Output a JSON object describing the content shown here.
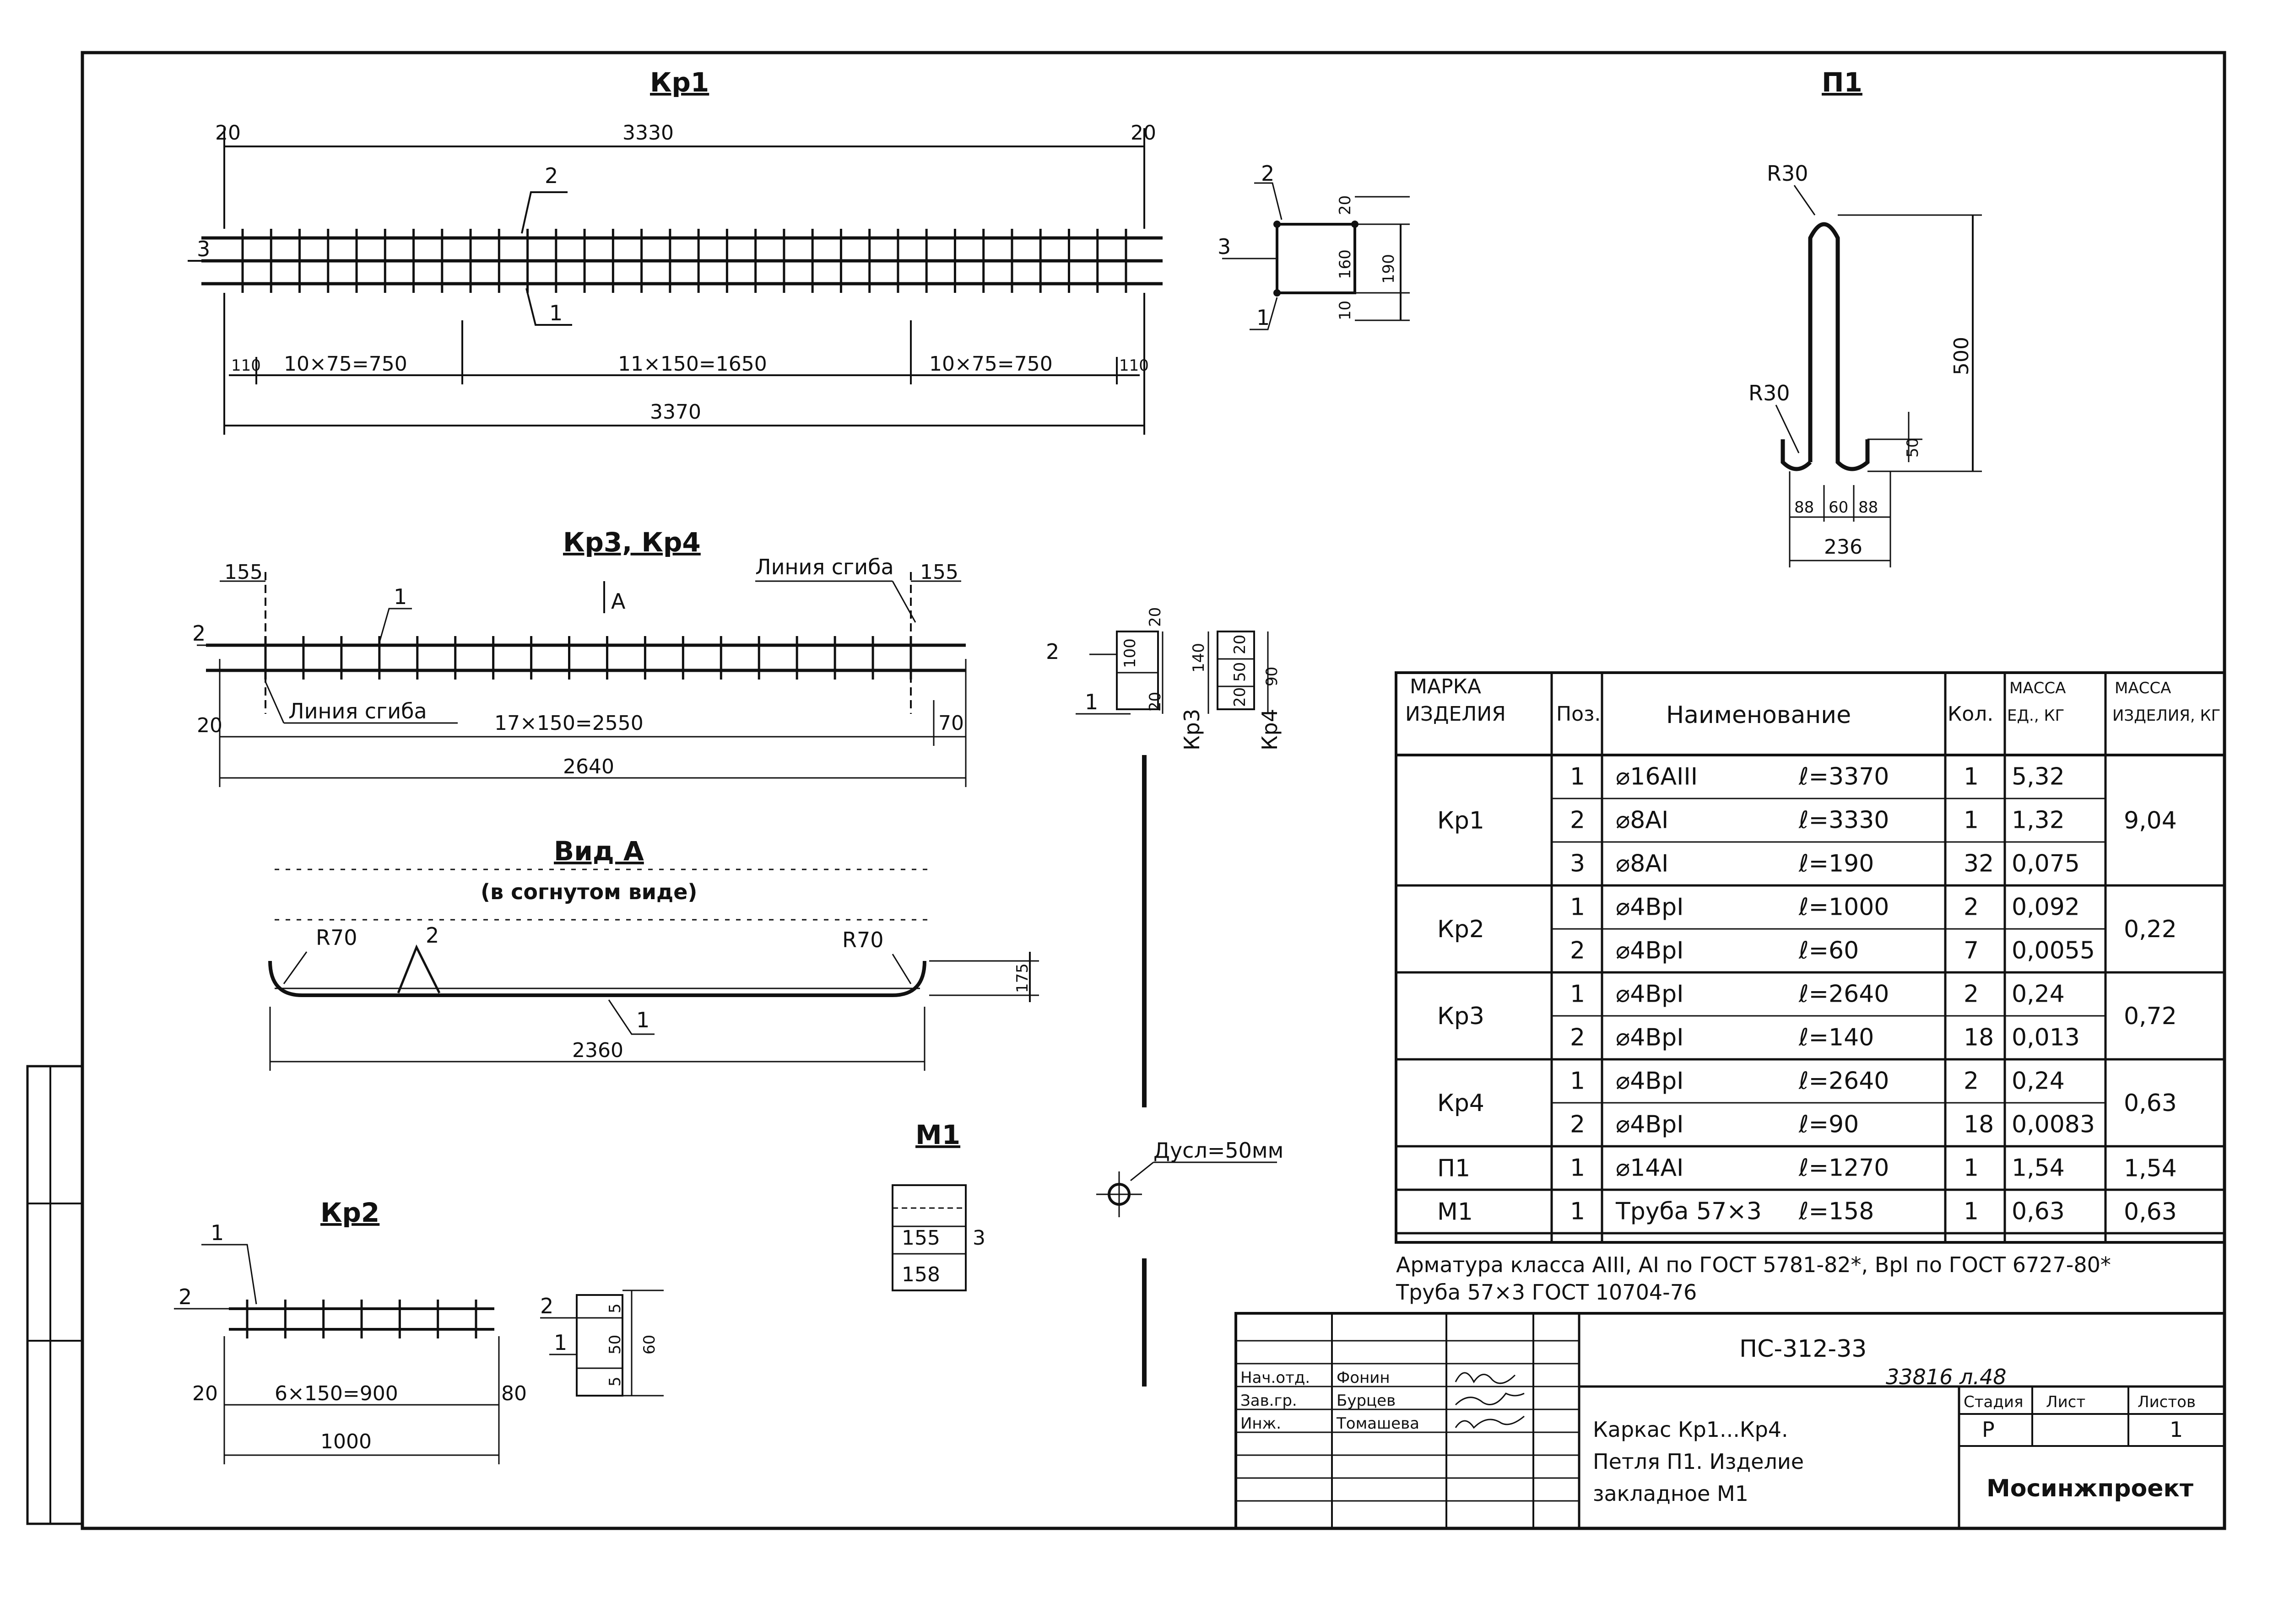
{
  "drawing_code": "ПС-312-33",
  "archive_no": "33816  л.48",
  "organization": "Мосинжпроект",
  "sheet_title": [
    "Каркас Кр1...Кр4.",
    "Петля П1. Изделие",
    "закладное М1"
  ],
  "stamp": {
    "rows": [
      {
        "role": "Нач.отд.",
        "name": "Фонин"
      },
      {
        "role": "Зав.гр.",
        "name": "Бурцев"
      },
      {
        "role": "Инж.",
        "name": "Томашева"
      }
    ],
    "headers": [
      "Стадия",
      "Лист",
      "Листов"
    ],
    "values": [
      "Р",
      "",
      "1"
    ]
  },
  "views": {
    "kr1": {
      "title": "Кр1",
      "dims": {
        "top": "3330",
        "bottom": "3370",
        "end_left": "20",
        "end_right": "20",
        "seg_left": "10×75=750",
        "seg_mid": "11×150=1650",
        "seg_right": "10×75=750",
        "edge_left": "110",
        "edge_right": "110"
      },
      "positions": [
        "1",
        "2",
        "3"
      ],
      "section": {
        "h_total": "190",
        "h_mid": "160",
        "h_top": "20",
        "h_bot": "10"
      }
    },
    "kr34": {
      "title": "Кр3, Кр4",
      "bend_line": "Линия сгиба",
      "bend_line_right": "Линия сгиба",
      "dims": {
        "left": "155",
        "right": "155",
        "seg": "17×150=2550",
        "end_left": "20",
        "end_right": "70",
        "total": "2640"
      },
      "view_arrow": "А",
      "section": {
        "kr3_total": "140",
        "kr3_mid": "100",
        "kr3_top": "20",
        "kr3_bot": "20",
        "kr4_total": "90",
        "kr4_mid": "50",
        "kr4_top": "20",
        "kr4_bot": "20",
        "kr3_label": "Кр3",
        "kr4_label": "Кр4"
      }
    },
    "view_a": {
      "title": "Вид А",
      "subtitle": "(в согнутом виде)",
      "r_left": "R70",
      "r_right": "R70",
      "height": "175",
      "length": "2360"
    },
    "kr2": {
      "title": "Кр2",
      "dims": {
        "seg": "6×150=900",
        "left": "20",
        "right": "80",
        "total": "1000"
      },
      "section": {
        "total": "60",
        "mid": "50",
        "top": "5",
        "bot": "5"
      }
    },
    "p1": {
      "title": "П1",
      "r_top": "R30",
      "r_bottom": "R30",
      "height": "500",
      "hook": "50",
      "widths": [
        "88",
        "60",
        "88"
      ],
      "total": "236"
    },
    "m1": {
      "title": "М1",
      "len_inner": "155",
      "len_outer": "158",
      "thickness": "3"
    },
    "pipe_note": "Дусл=50мм"
  },
  "spec_table": {
    "headers": [
      "Марка изделия",
      "Поз.",
      "Наименование",
      "Кол.",
      "Масса ед., кг",
      "Масса изделия, кг"
    ],
    "groups": [
      {
        "mark": "Кр1",
        "mass": "9,04",
        "rows": [
          {
            "pos": "1",
            "name": "⌀16АIII",
            "len": "ℓ=3370",
            "qty": "1",
            "unit": "5,32"
          },
          {
            "pos": "2",
            "name": "⌀8АI",
            "len": "ℓ=3330",
            "qty": "1",
            "unit": "1,32"
          },
          {
            "pos": "3",
            "name": "⌀8АI",
            "len": "ℓ=190",
            "qty": "32",
            "unit": "0,075"
          }
        ]
      },
      {
        "mark": "Кр2",
        "mass": "0,22",
        "rows": [
          {
            "pos": "1",
            "name": "⌀4ВрI",
            "len": "ℓ=1000",
            "qty": "2",
            "unit": "0,092"
          },
          {
            "pos": "2",
            "name": "⌀4ВрI",
            "len": "ℓ=60",
            "qty": "7",
            "unit": "0,0055"
          }
        ]
      },
      {
        "mark": "Кр3",
        "mass": "0,72",
        "rows": [
          {
            "pos": "1",
            "name": "⌀4ВрI",
            "len": "ℓ=2640",
            "qty": "2",
            "unit": "0,24"
          },
          {
            "pos": "2",
            "name": "⌀4ВрI",
            "len": "ℓ=140",
            "qty": "18",
            "unit": "0,013"
          }
        ]
      },
      {
        "mark": "Кр4",
        "mass": "0,63",
        "rows": [
          {
            "pos": "1",
            "name": "⌀4ВрI",
            "len": "ℓ=2640",
            "qty": "2",
            "unit": "0,24"
          },
          {
            "pos": "2",
            "name": "⌀4ВрI",
            "len": "ℓ=90",
            "qty": "18",
            "unit": "0,0083"
          }
        ]
      },
      {
        "mark": "П1",
        "mass": "1,54",
        "rows": [
          {
            "pos": "1",
            "name": "⌀14АI",
            "len": "ℓ=1270",
            "qty": "1",
            "unit": "1,54"
          }
        ]
      },
      {
        "mark": "М1",
        "mass": "0,63",
        "rows": [
          {
            "pos": "1",
            "name": "Труба 57×3",
            "len": "ℓ=158",
            "qty": "1",
            "unit": "0,63"
          }
        ]
      }
    ],
    "notes": [
      "Арматура класса АIII, АI по ГОСТ 5781-82*, ВрI по ГОСТ 6727-80*",
      "Труба 57×3   ГОСТ 10704-76"
    ]
  }
}
